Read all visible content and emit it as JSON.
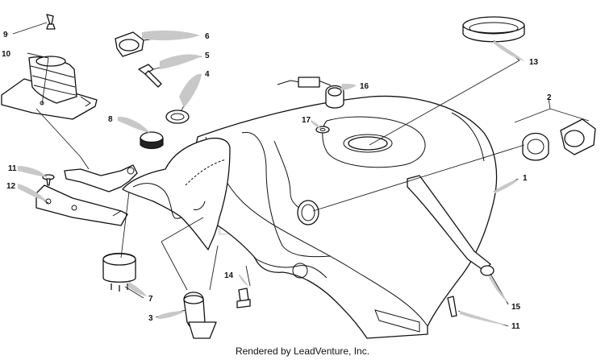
{
  "watermark": {
    "text": "LEADVENTURE"
  },
  "credit": "Rendered by LeadVenture, Inc.",
  "callouts": [
    {
      "id": "1",
      "label": "1"
    },
    {
      "id": "2",
      "label": "2"
    },
    {
      "id": "3",
      "label": "3"
    },
    {
      "id": "4",
      "label": "4"
    },
    {
      "id": "5",
      "label": "5"
    },
    {
      "id": "6",
      "label": "6"
    },
    {
      "id": "7",
      "label": "7"
    },
    {
      "id": "8",
      "label": "8"
    },
    {
      "id": "9",
      "label": "9"
    },
    {
      "id": "10",
      "label": "10"
    },
    {
      "id": "11a",
      "label": "11"
    },
    {
      "id": "11b",
      "label": "11"
    },
    {
      "id": "12",
      "label": "12"
    },
    {
      "id": "13",
      "label": "13"
    },
    {
      "id": "14",
      "label": "14"
    },
    {
      "id": "15",
      "label": "15"
    },
    {
      "id": "16",
      "label": "16"
    },
    {
      "id": "17",
      "label": "17"
    }
  ]
}
